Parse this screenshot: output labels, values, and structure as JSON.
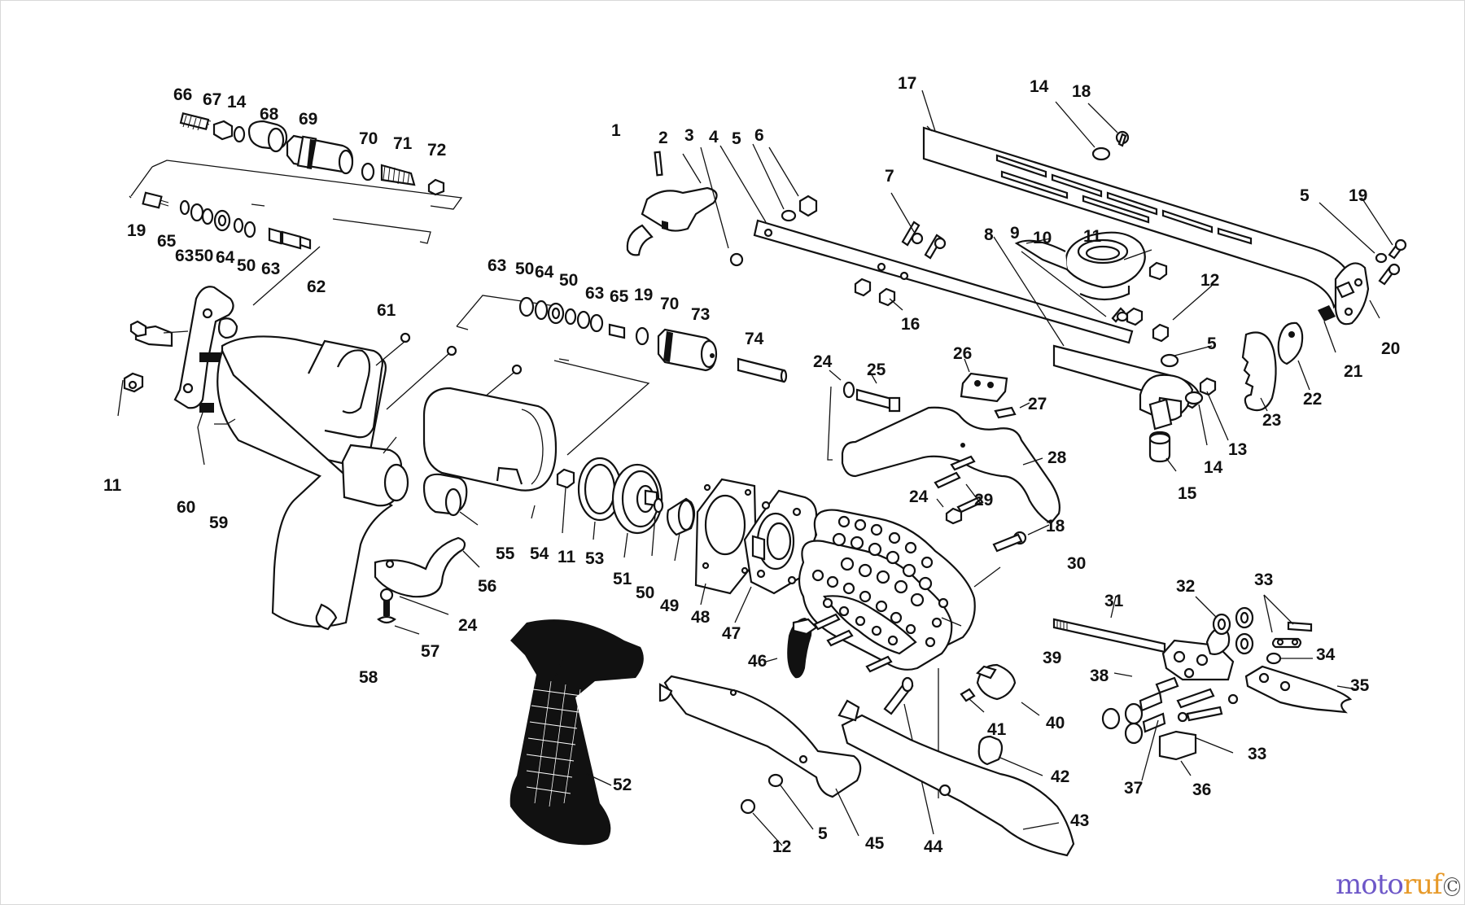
{
  "diagram": {
    "type": "exploded parts view",
    "part_callouts": [
      {
        "id": "c01",
        "n": "66"
      },
      {
        "id": "c02",
        "n": "67"
      },
      {
        "id": "c03",
        "n": "14"
      },
      {
        "id": "c04",
        "n": "68"
      },
      {
        "id": "c05",
        "n": "69"
      },
      {
        "id": "c06",
        "n": "70"
      },
      {
        "id": "c07",
        "n": "71"
      },
      {
        "id": "c08",
        "n": "72"
      },
      {
        "id": "c09",
        "n": "19"
      },
      {
        "id": "c10",
        "n": "65"
      },
      {
        "id": "c11",
        "n": "63"
      },
      {
        "id": "c12",
        "n": "50"
      },
      {
        "id": "c13",
        "n": "64"
      },
      {
        "id": "c14",
        "n": "50"
      },
      {
        "id": "c15",
        "n": "63"
      },
      {
        "id": "c16",
        "n": "62"
      },
      {
        "id": "c17",
        "n": "61"
      },
      {
        "id": "c18",
        "n": "11"
      },
      {
        "id": "c19",
        "n": "60"
      },
      {
        "id": "c20",
        "n": "59"
      },
      {
        "id": "c21",
        "n": "63"
      },
      {
        "id": "c22",
        "n": "50"
      },
      {
        "id": "c23",
        "n": "64"
      },
      {
        "id": "c24",
        "n": "50"
      },
      {
        "id": "c25",
        "n": "63"
      },
      {
        "id": "c26",
        "n": "65"
      },
      {
        "id": "c27",
        "n": "19"
      },
      {
        "id": "c28",
        "n": "70"
      },
      {
        "id": "c29",
        "n": "73"
      },
      {
        "id": "c30",
        "n": "74"
      },
      {
        "id": "c31",
        "n": "1"
      },
      {
        "id": "c32",
        "n": "2"
      },
      {
        "id": "c33",
        "n": "3"
      },
      {
        "id": "c34",
        "n": "4"
      },
      {
        "id": "c35",
        "n": "5"
      },
      {
        "id": "c36",
        "n": "6"
      },
      {
        "id": "c37",
        "n": "7"
      },
      {
        "id": "c38",
        "n": "17"
      },
      {
        "id": "c39",
        "n": "14"
      },
      {
        "id": "c40",
        "n": "18"
      },
      {
        "id": "c41",
        "n": "5"
      },
      {
        "id": "c42",
        "n": "19"
      },
      {
        "id": "c43",
        "n": "8"
      },
      {
        "id": "c44",
        "n": "9"
      },
      {
        "id": "c45",
        "n": "10"
      },
      {
        "id": "c46",
        "n": "11"
      },
      {
        "id": "c47",
        "n": "12"
      },
      {
        "id": "c48",
        "n": "5"
      },
      {
        "id": "c49",
        "n": "20"
      },
      {
        "id": "c50",
        "n": "21"
      },
      {
        "id": "c51",
        "n": "22"
      },
      {
        "id": "c52",
        "n": "23"
      },
      {
        "id": "c53",
        "n": "16"
      },
      {
        "id": "c54",
        "n": "13"
      },
      {
        "id": "c55",
        "n": "14"
      },
      {
        "id": "c56",
        "n": "15"
      },
      {
        "id": "c57",
        "n": "24"
      },
      {
        "id": "c58",
        "n": "25"
      },
      {
        "id": "c59",
        "n": "26"
      },
      {
        "id": "c60",
        "n": "27"
      },
      {
        "id": "c61",
        "n": "28"
      },
      {
        "id": "c62",
        "n": "24"
      },
      {
        "id": "c63",
        "n": "29"
      },
      {
        "id": "c64",
        "n": "18"
      },
      {
        "id": "c65",
        "n": "30"
      },
      {
        "id": "c66",
        "n": "55"
      },
      {
        "id": "c67",
        "n": "54"
      },
      {
        "id": "c68",
        "n": "11"
      },
      {
        "id": "c69",
        "n": "53"
      },
      {
        "id": "c70",
        "n": "51"
      },
      {
        "id": "c71",
        "n": "50"
      },
      {
        "id": "c72",
        "n": "49"
      },
      {
        "id": "c73",
        "n": "48"
      },
      {
        "id": "c74",
        "n": "47"
      },
      {
        "id": "c75",
        "n": "56"
      },
      {
        "id": "c76",
        "n": "24"
      },
      {
        "id": "c77",
        "n": "57"
      },
      {
        "id": "c78",
        "n": "58"
      },
      {
        "id": "c79",
        "n": "46"
      },
      {
        "id": "c80",
        "n": "39"
      },
      {
        "id": "c81",
        "n": "31"
      },
      {
        "id": "c82",
        "n": "32"
      },
      {
        "id": "c83",
        "n": "33"
      },
      {
        "id": "c84",
        "n": "34"
      },
      {
        "id": "c85",
        "n": "35"
      },
      {
        "id": "c86",
        "n": "38"
      },
      {
        "id": "c87",
        "n": "33"
      },
      {
        "id": "c88",
        "n": "37"
      },
      {
        "id": "c89",
        "n": "36"
      },
      {
        "id": "c90",
        "n": "40"
      },
      {
        "id": "c91",
        "n": "41"
      },
      {
        "id": "c92",
        "n": "42"
      },
      {
        "id": "c93",
        "n": "43"
      },
      {
        "id": "c94",
        "n": "44"
      },
      {
        "id": "c95",
        "n": "45"
      },
      {
        "id": "c96",
        "n": "52"
      },
      {
        "id": "c97",
        "n": "12"
      },
      {
        "id": "c98",
        "n": "5"
      }
    ]
  },
  "watermark": {
    "part1": "moto",
    "part2": "ruf",
    "mark": "C"
  },
  "colors": {
    "line": "#111111",
    "background": "#ffffff",
    "watermark_purple": "#6d57c8",
    "watermark_orange": "#e79a2a"
  }
}
